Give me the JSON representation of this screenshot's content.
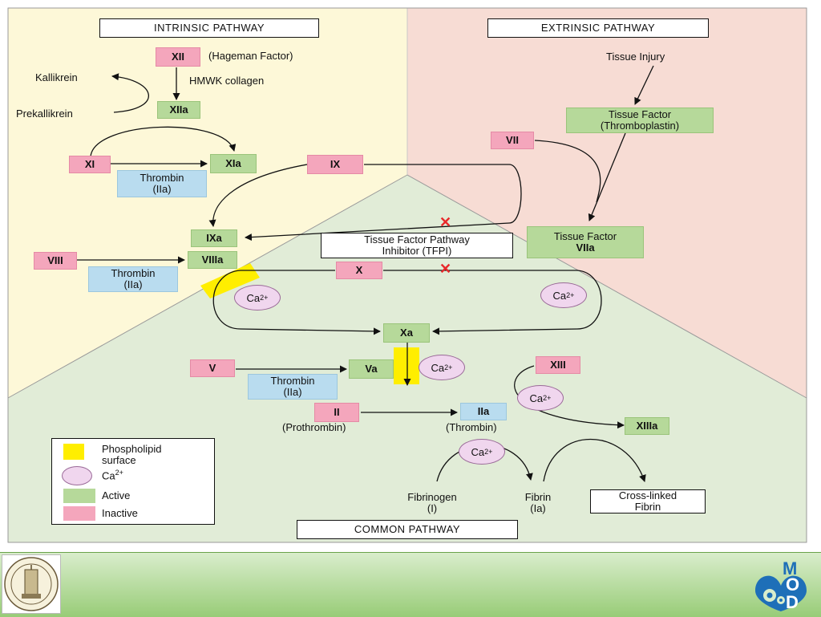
{
  "titles": {
    "intrinsic": "INTRINSIC PATHWAY",
    "extrinsic": "EXTRINSIC PATHWAY",
    "common": "COMMON PATHWAY"
  },
  "factors": {
    "xii": "XII",
    "xiia": "XIIa",
    "xi": "XI",
    "xia": "XIa",
    "ix": "IX",
    "ixa": "IXa",
    "viii": "VIII",
    "viiia": "VIIIa",
    "vii": "VII",
    "viia": "VIIa",
    "x": "X",
    "xa": "Xa",
    "v": "V",
    "va": "Va",
    "ii": "II",
    "iia": "IIa",
    "xiii": "XIII",
    "xiiia": "XIIIa"
  },
  "labels": {
    "hageman": "(Hageman Factor)",
    "kallikrein": "Kallikrein",
    "prekallikrein": "Prekallikrein",
    "hmwk": "HMWK collagen",
    "tissue_injury": "Tissue Injury",
    "tissue_factor_thromboplastin": [
      "Tissue Factor",
      "(Thromboplastin)"
    ],
    "tissue_factor": "Tissue Factor",
    "tfpi": [
      "Tissue Factor Pathway",
      "Inhibitor (TFPI)"
    ],
    "thrombin_iia": [
      "Thrombin",
      "(IIa)"
    ],
    "prothrombin": "(Prothrombin)",
    "thrombin": "(Thrombin)",
    "fibrinogen": [
      "Fibrinogen",
      "(I)"
    ],
    "fibrin": [
      "Fibrin",
      "(Ia)"
    ],
    "crosslinked": [
      "Cross-linked",
      "Fibrin"
    ],
    "ca_base": "Ca",
    "ca_charge": "2+",
    "inhibit_mark": "✕"
  },
  "legend": {
    "phospholipid": [
      "Phospholipid",
      "surface"
    ],
    "ca_base": "Ca",
    "ca_charge": "2+",
    "active": "Active",
    "inactive": "Inactive"
  },
  "colors": {
    "intrinsic_bg": "#fdf8d8",
    "extrinsic_bg": "#f7dcd4",
    "common_bg": "#e1ecd7",
    "active": "#b6d99a",
    "inactive": "#f4a6bc",
    "thrombin": "#b9dcef",
    "phospholipid": "#ffee00",
    "calcium": "#f0d6ee",
    "inhibit": "#e8282a"
  },
  "icons": {
    "left_logo": "university-seal-icon",
    "right_logo": "mod-logo-icon"
  },
  "logo_text": {
    "m": "M",
    "o": "O",
    "d": "D"
  }
}
